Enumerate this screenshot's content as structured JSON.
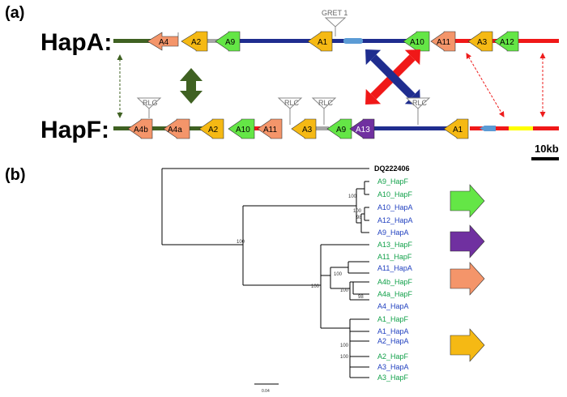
{
  "panel_a": {
    "label": "(a)",
    "hapA_label": "HapA:",
    "hapF_label": "HapF:",
    "scale_label": "10kb",
    "te_hapA": [
      "GRET 1"
    ],
    "te_hapF": [
      "RLG",
      "RLC",
      "RLC",
      "RLC"
    ],
    "hapA_genes": [
      {
        "name": "A4",
        "color": "#f4956a"
      },
      {
        "name": "A2",
        "color": "#f5b914"
      },
      {
        "name": "A9",
        "color": "#64e646"
      },
      {
        "name": "A1",
        "color": "#f5b914"
      },
      {
        "name": "A10",
        "color": "#64e646"
      },
      {
        "name": "A11",
        "color": "#f4956a"
      },
      {
        "name": "A3",
        "color": "#f5b914"
      },
      {
        "name": "A12",
        "color": "#64e646"
      }
    ],
    "hapF_genes": [
      {
        "name": "A4b",
        "color": "#f4956a"
      },
      {
        "name": "A4a",
        "color": "#f4956a"
      },
      {
        "name": "A2",
        "color": "#f5b914"
      },
      {
        "name": "A10",
        "color": "#64e646"
      },
      {
        "name": "A11",
        "color": "#f4956a"
      },
      {
        "name": "A3",
        "color": "#f5b914"
      },
      {
        "name": "A9",
        "color": "#64e646"
      },
      {
        "name": "A13",
        "color": "#7030a0"
      },
      {
        "name": "A1",
        "color": "#f5b914"
      }
    ],
    "colors": {
      "dark_green": "#3f6122",
      "navy": "#1f2d8f",
      "red": "#f01818",
      "grey": "#a6a6a6",
      "light_blue": "#5b9bd5",
      "yellow": "#ffff00"
    }
  },
  "panel_b": {
    "label": "(b)",
    "outgroup": "DQ222406",
    "scale_bar_label": "0.04",
    "leaves": [
      {
        "name": "A9_HapF",
        "color": "#12a14a"
      },
      {
        "name": "A10_HapF",
        "color": "#12a14a"
      },
      {
        "name": "A10_HapA",
        "color": "#1f3fbf"
      },
      {
        "name": "A12_HapA",
        "color": "#1f3fbf"
      },
      {
        "name": "A9_HapA",
        "color": "#1f3fbf"
      },
      {
        "name": "A13_HapF",
        "color": "#12a14a"
      },
      {
        "name": "A11_HapF",
        "color": "#12a14a"
      },
      {
        "name": "A11_HapA",
        "color": "#1f3fbf"
      },
      {
        "name": "A4b_HapF",
        "color": "#12a14a"
      },
      {
        "name": "A4a_HapF",
        "color": "#12a14a"
      },
      {
        "name": "A4_HapA",
        "color": "#1f3fbf"
      },
      {
        "name": "A1_HapF",
        "color": "#12a14a"
      },
      {
        "name": "A1_HapA",
        "color": "#1f3fbf"
      },
      {
        "name": "A2_HapA",
        "color": "#1f3fbf"
      },
      {
        "name": "A2_HapF",
        "color": "#12a14a"
      },
      {
        "name": "A3_HapA",
        "color": "#1f3fbf"
      },
      {
        "name": "A3_HapF",
        "color": "#12a14a"
      }
    ],
    "bootstrap": [
      "100",
      "100",
      "100",
      "98",
      "100",
      "100",
      "100",
      "98",
      "100",
      "100"
    ],
    "group_arrow_colors": [
      "#64e646",
      "#7030a0",
      "#f4956a",
      "#f5b914"
    ]
  }
}
